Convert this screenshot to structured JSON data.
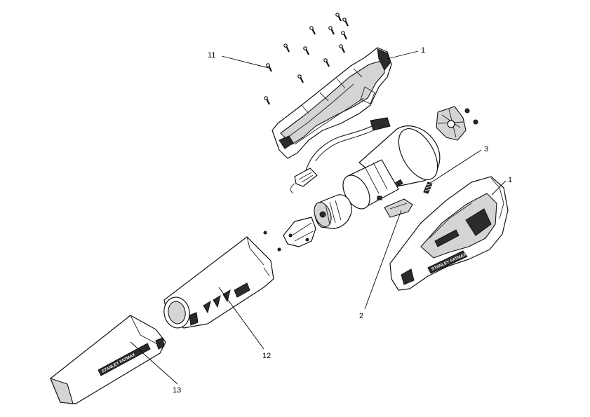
{
  "callouts": {
    "c11": "11",
    "c1_upper": "1",
    "c3": "3",
    "c1_right": "1",
    "c2": "2",
    "c12": "12",
    "c13": "13"
  },
  "brand": {
    "housing_logo": "STANLEY FATMAX",
    "tube_logo": "STANLEY FATMAX"
  }
}
